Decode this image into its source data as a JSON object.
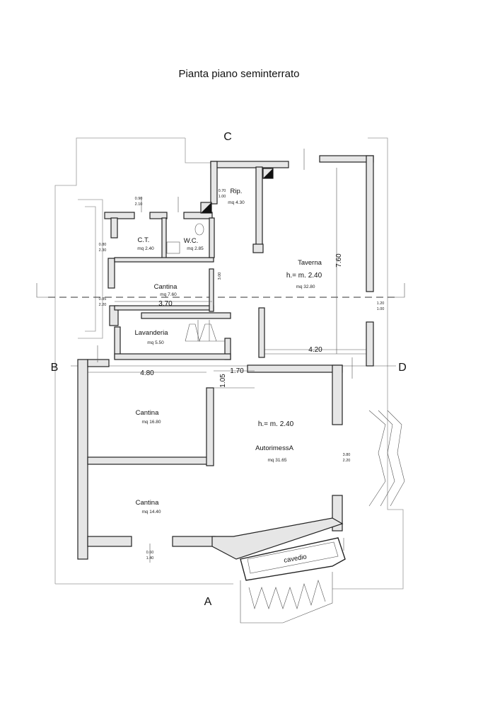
{
  "title": "Pianta piano seminterrato",
  "sections": {
    "a": "A",
    "b": "B",
    "c": "C",
    "d": "D"
  },
  "rooms": {
    "taverna": {
      "name": "Taverna",
      "height": "h.= m. 2.40",
      "area": "mq 32.80"
    },
    "rip": {
      "name": "Rip.",
      "area": "mq 4.30"
    },
    "ct": {
      "name": "C.T.",
      "area": "mq 2.40"
    },
    "wc": {
      "name": "W.C.",
      "area": "mq 2.85"
    },
    "cantina_small": {
      "name": "Cantina",
      "area": "mq 7.60"
    },
    "lavanderia": {
      "name": "Lavanderia",
      "area": "mq 5.50"
    },
    "cantina_mid": {
      "name": "Cantina",
      "area": "mq 16.80"
    },
    "autorimessa": {
      "name": "AutorimessA",
      "height": "h.= m. 2.40",
      "area": "mq 31.65"
    },
    "cantina_low": {
      "name": "Cantina",
      "area": "mq 14.40"
    },
    "cavedio": {
      "name": "cavedio"
    }
  },
  "dimensions": {
    "d370": "3.70",
    "d420": "4.20",
    "d480": "4.80",
    "d170": "1.70",
    "d760": "7.60",
    "d105": "1.05",
    "d300": "3.00",
    "v080": "0.80",
    "v230": "2.30",
    "v085": "0.85",
    "v220": "2.20",
    "v120": "1.20",
    "v100": "1.00",
    "v380": "3.80",
    "v220b": "2.20",
    "v070": "0.70",
    "v100b": "1.00",
    "v090": "0.90",
    "v210": "2.10",
    "v060": "0.60",
    "v140": "1.40"
  }
}
